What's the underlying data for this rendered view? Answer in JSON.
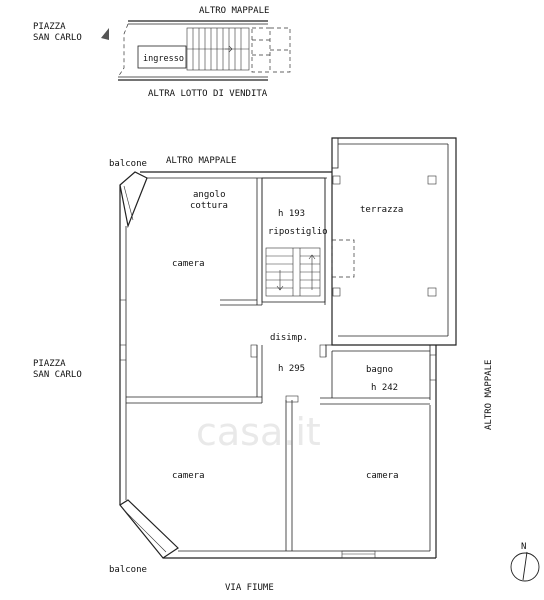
{
  "key_plan": {
    "top_label": "ALTRO MAPPALE",
    "bottom_label": "ALTRA LOTTO DI VENDITA",
    "left_label_line1": "PIAZZA",
    "left_label_line2": "SAN CARLO",
    "room_label": "ingresso"
  },
  "floor_plan": {
    "top_label": "ALTRO MAPPALE",
    "left_label_line1": "PIAZZA",
    "left_label_line2": "SAN CARLO",
    "right_label": "ALTRO MAPPALE",
    "bottom_label": "VIA FIUME",
    "balcony_top": "balcone",
    "balcony_bottom": "balcone",
    "rooms": {
      "kitchen_line1": "angolo",
      "kitchen_line2": "cottura",
      "bedroom_top": "camera",
      "storage_height": "h 193",
      "storage_name": "ripostiglio",
      "terrace": "terrazza",
      "hallway": "disimp.",
      "hallway_height": "h 295",
      "bathroom": "bagno",
      "bathroom_height": "h 242",
      "bedroom_bottom_left": "camera",
      "bedroom_bottom_right": "camera"
    },
    "north_label": "N"
  },
  "watermark": "casa.it"
}
